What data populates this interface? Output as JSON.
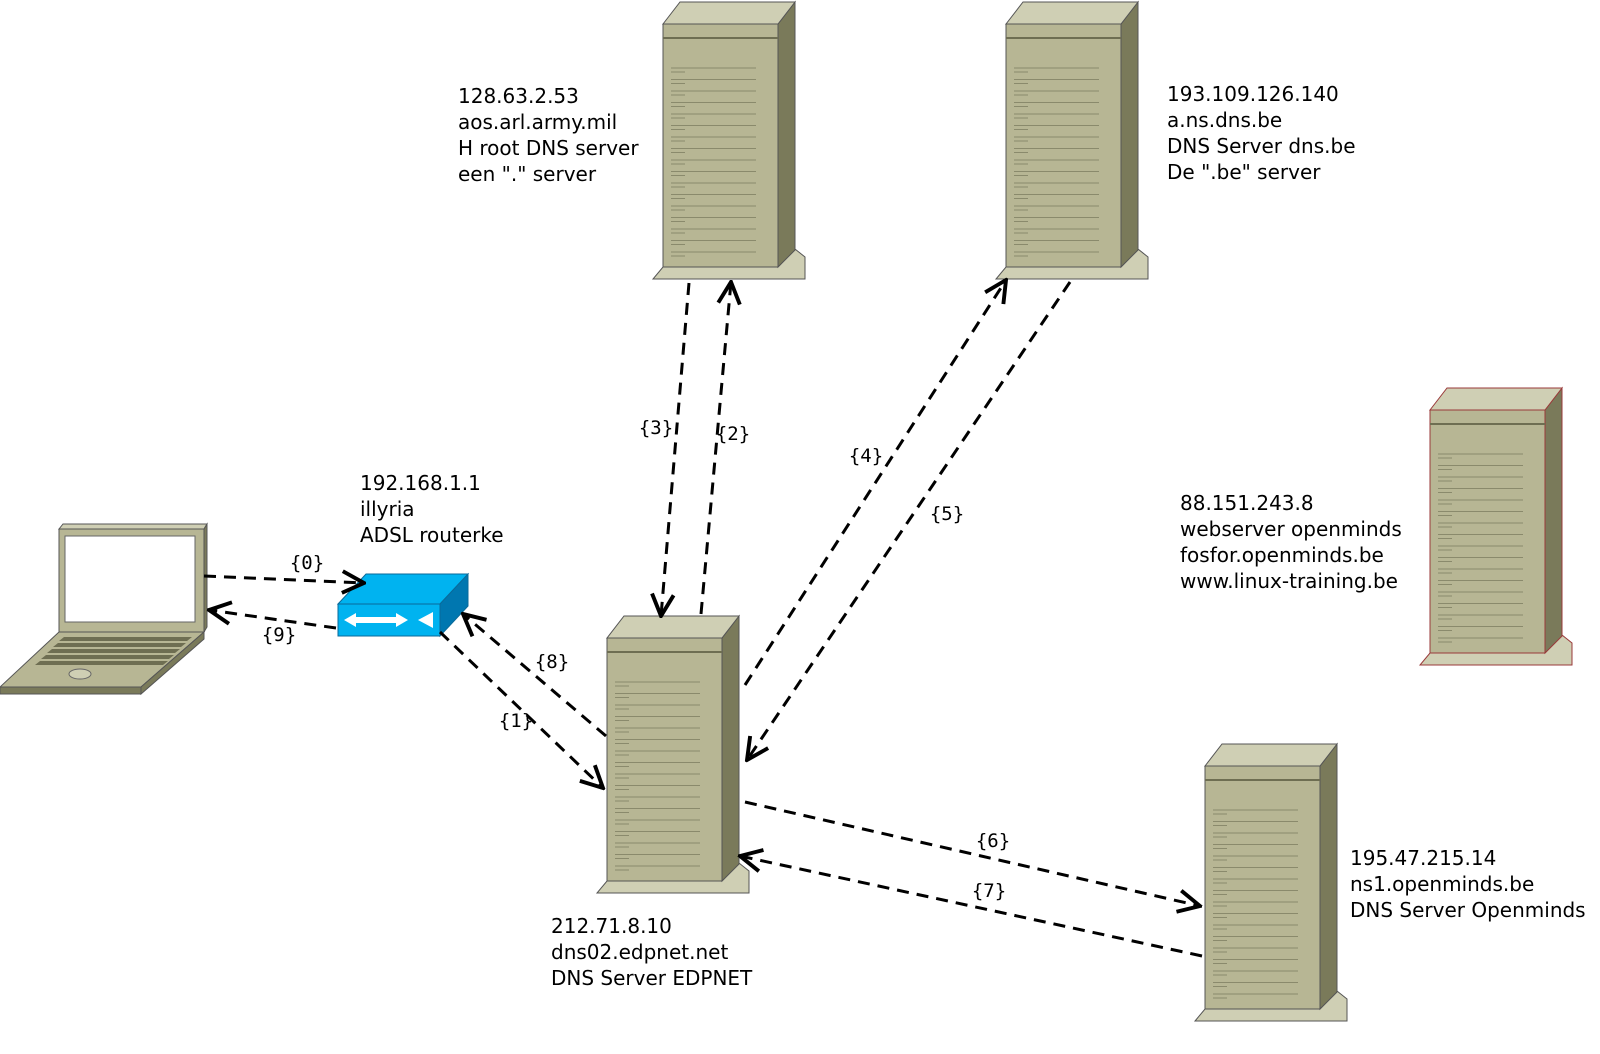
{
  "nodes": {
    "laptop": {
      "icon": "laptop-icon"
    },
    "router": {
      "icon": "router-icon",
      "lines": [
        "192.168.1.1",
        "illyria",
        "ADSL routerke"
      ]
    },
    "edpnet": {
      "icon": "server-icon",
      "lines": [
        "212.71.8.10",
        "dns02.edpnet.net",
        "DNS Server EDPNET"
      ]
    },
    "root": {
      "icon": "server-icon",
      "lines": [
        "128.63.2.53",
        "aos.arl.army.mil",
        "H root DNS server",
        "een \".\" server"
      ]
    },
    "be": {
      "icon": "server-icon",
      "lines": [
        "193.109.126.140",
        "a.ns.dns.be",
        "DNS Server dns.be",
        "De \".be\" server"
      ]
    },
    "web": {
      "icon": "server-icon",
      "lines": [
        "88.151.243.8",
        "webserver openminds",
        "fosfor.openminds.be",
        "www.linux-training.be"
      ]
    },
    "openminds": {
      "icon": "server-icon",
      "lines": [
        "195.47.215.14",
        "ns1.openminds.be",
        "DNS Server Openminds"
      ]
    }
  },
  "steps": [
    {
      "label": "{0}",
      "from": "laptop",
      "to": "router"
    },
    {
      "label": "{1}",
      "from": "router",
      "to": "edpnet"
    },
    {
      "label": "{2}",
      "from": "edpnet",
      "to": "root"
    },
    {
      "label": "{3}",
      "from": "root",
      "to": "edpnet"
    },
    {
      "label": "{4}",
      "from": "edpnet",
      "to": "be"
    },
    {
      "label": "{5}",
      "from": "be",
      "to": "edpnet"
    },
    {
      "label": "{6}",
      "from": "edpnet",
      "to": "openminds"
    },
    {
      "label": "{7}",
      "from": "openminds",
      "to": "edpnet"
    },
    {
      "label": "{8}",
      "from": "edpnet",
      "to": "router"
    },
    {
      "label": "{9}",
      "from": "router",
      "to": "laptop"
    }
  ],
  "colors": {
    "server_front": "#b7b694",
    "server_side": "#7a7a5a",
    "server_top": "#cfcfb4",
    "router_blue": "#00b3f0",
    "router_dark": "#0077b0",
    "arrow": "#000000"
  }
}
